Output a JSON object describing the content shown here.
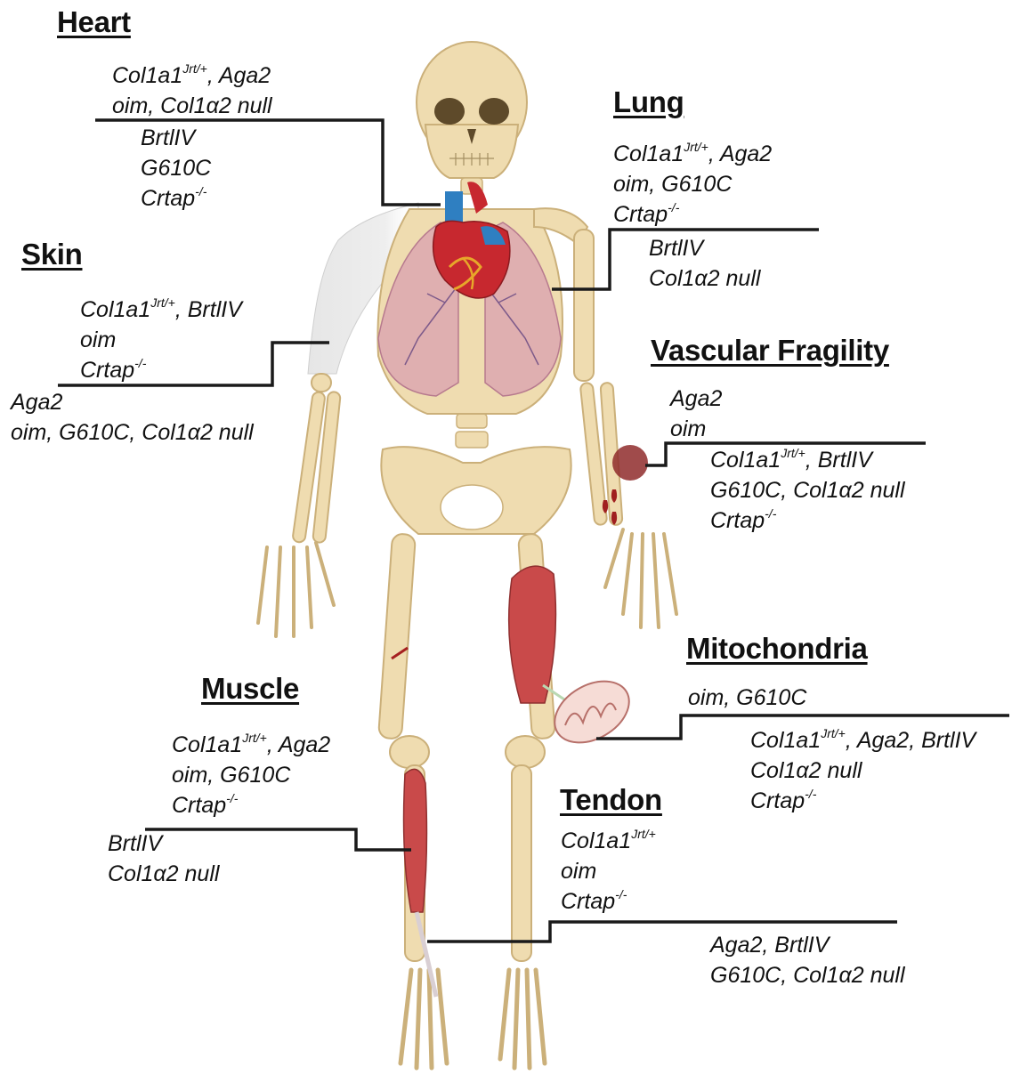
{
  "colors": {
    "bone": "#efdcb0",
    "bone_shade": "#d9c08c",
    "muscle": "#c94a4a",
    "heart_red": "#c7282f",
    "heart_blue": "#2f7fc1",
    "lung": "#d9a0b0",
    "line": "#1a1a1a"
  },
  "sections": {
    "heart": {
      "title": "Heart",
      "above": [
        {
          "base": "Col1a1",
          "sup": "Jrt/+",
          "rest": ", Aga2"
        },
        {
          "base": "oim, Col1α2 null"
        }
      ],
      "below": [
        {
          "base": "BrtlIV"
        },
        {
          "base": "G610C"
        },
        {
          "base": "Crtap",
          "sup": "-/-"
        }
      ]
    },
    "lung": {
      "title": "Lung",
      "above": [
        {
          "base": "Col1a1",
          "sup": "Jrt/+",
          "rest": ", Aga2"
        },
        {
          "base": "oim, G610C"
        },
        {
          "base": "Crtap",
          "sup": "-/-"
        }
      ],
      "below": [
        {
          "base": "BrtlIV"
        },
        {
          "base": "Col1α2 null"
        }
      ]
    },
    "skin": {
      "title": "Skin",
      "above": [
        {
          "base": "Col1a1",
          "sup": "Jrt/+",
          "rest": ", BrtlIV"
        },
        {
          "base": "oim"
        },
        {
          "base": "Crtap",
          "sup": "-/-"
        }
      ],
      "below": [
        {
          "base": "Aga2"
        },
        {
          "base": "oim, G610C, Col1α2 null"
        }
      ]
    },
    "vascular": {
      "title": "Vascular Fragility",
      "above": [
        {
          "base": "Aga2"
        },
        {
          "base": "oim"
        }
      ],
      "below": [
        {
          "base": "Col1a1",
          "sup": "Jrt/+",
          "rest": ", BrtlIV"
        },
        {
          "base": "G610C, Col1α2 null"
        },
        {
          "base": "Crtap",
          "sup": "-/-"
        }
      ]
    },
    "mitochondria": {
      "title": "Mitochondria",
      "above": [
        {
          "base": "oim, G610C"
        }
      ],
      "below": [
        {
          "base": "Col1a1",
          "sup": "Jrt/+",
          "rest": ", Aga2, BrtlIV"
        },
        {
          "base": "Col1α2 null"
        },
        {
          "base": "Crtap",
          "sup": "-/-"
        }
      ]
    },
    "muscle": {
      "title": "Muscle",
      "above": [
        {
          "base": "Col1a1",
          "sup": "Jrt/+",
          "rest": ", Aga2"
        },
        {
          "base": "oim, G610C"
        },
        {
          "base": "Crtap",
          "sup": "-/-"
        }
      ],
      "below": [
        {
          "base": "BrtlIV"
        },
        {
          "base": "Col1α2 null"
        }
      ]
    },
    "tendon": {
      "title": "Tendon",
      "above": [
        {
          "base": "Col1a1",
          "sup": "Jrt/+"
        },
        {
          "base": "oim"
        },
        {
          "base": "Crtap",
          "sup": "-/-"
        }
      ],
      "below": [
        {
          "base": "Aga2, BrtlIV"
        },
        {
          "base": "G610C, Col1α2 null"
        }
      ]
    }
  }
}
